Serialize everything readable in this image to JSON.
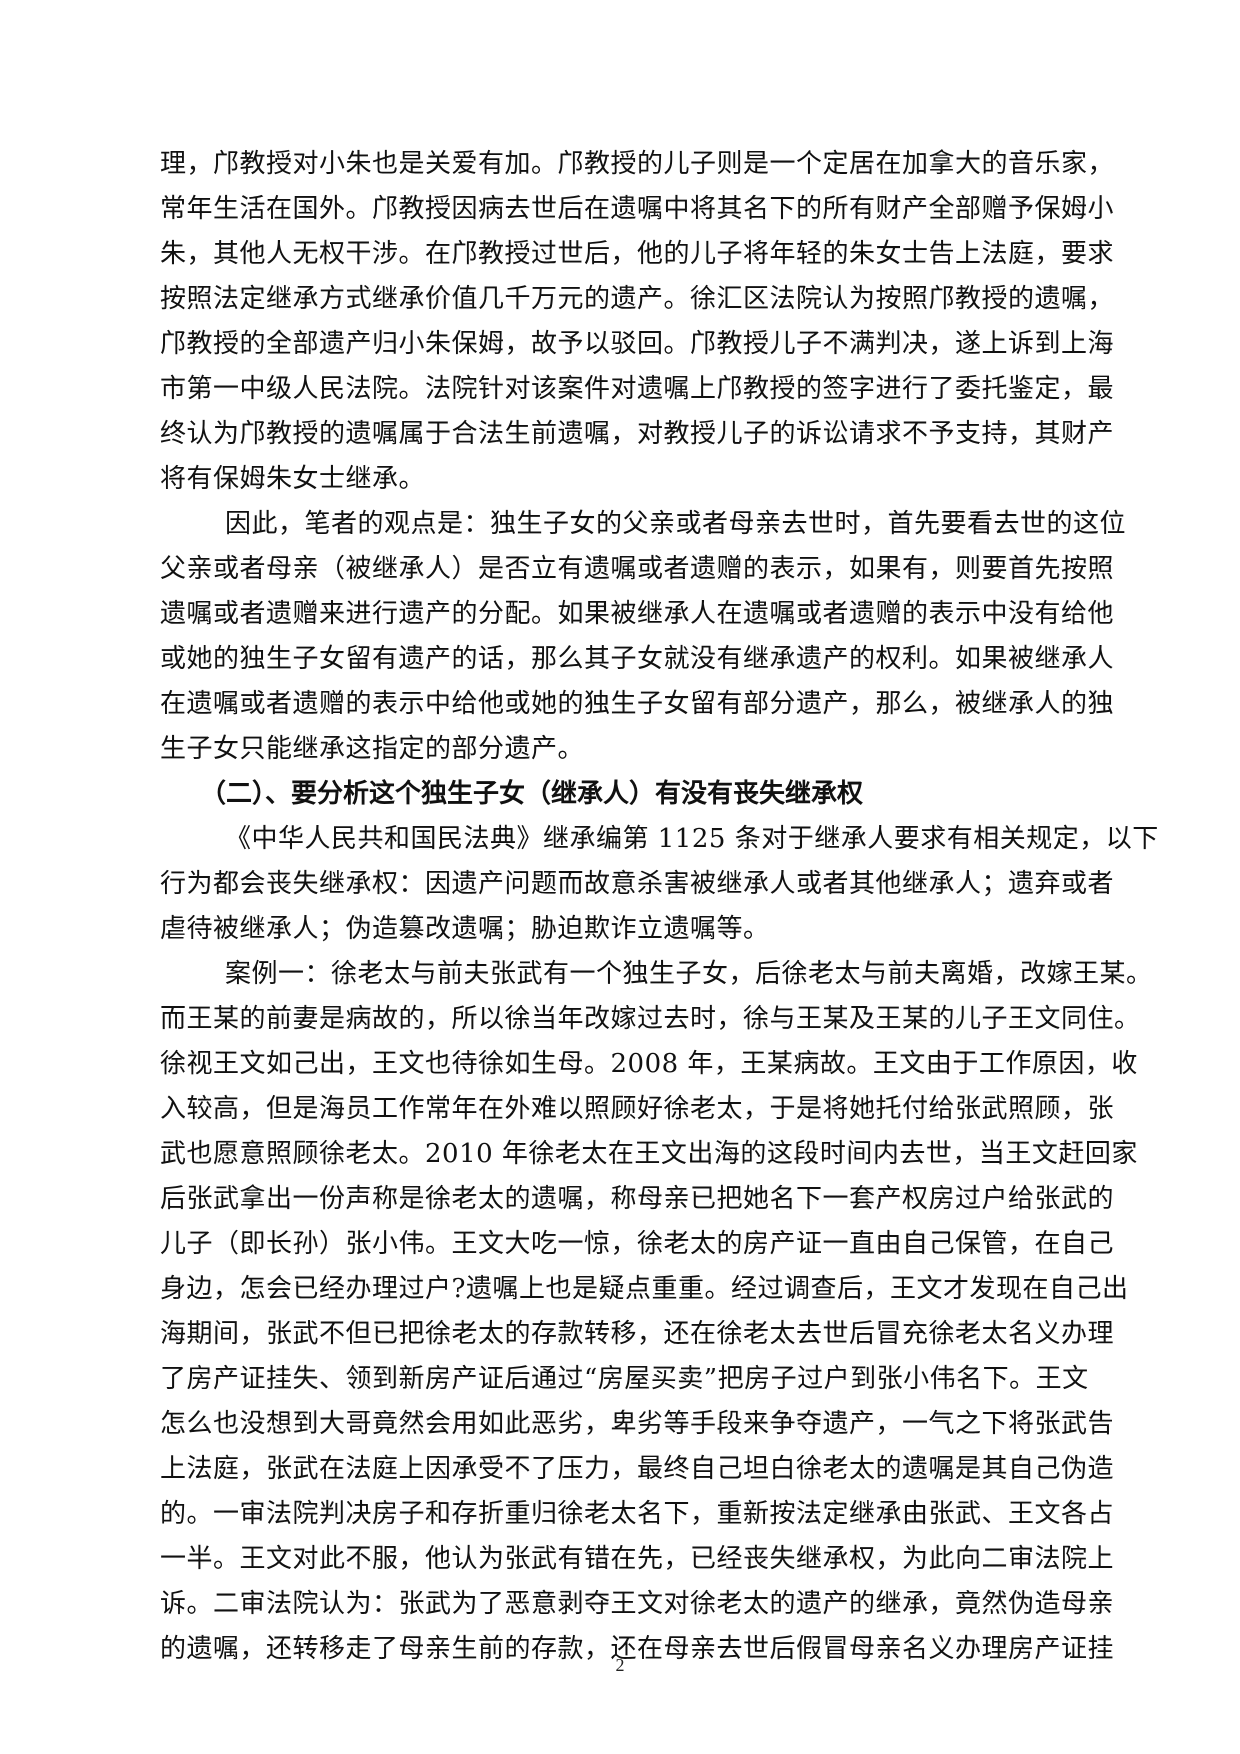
{
  "document": {
    "paragraphs": [
      {
        "lines": [
          "理，邝教授对小朱也是关爱有加。邝教授的儿子则是一个定居在加拿大的音乐家，",
          "常年生活在国外。邝教授因病去世后在遗嘱中将其名下的所有财产全部赠予保姆小",
          "朱，其他人无权干涉。在邝教授过世后，他的儿子将年轻的朱女士告上法庭，要求",
          "按照法定继承方式继承价值几千万元的遗产。徐汇区法院认为按照邝教授的遗嘱，",
          "邝教授的全部遗产归小朱保姆，故予以驳回。邝教授儿子不满判决，遂上诉到上海",
          "市第一中级人民法院。法院针对该案件对遗嘱上邝教授的签字进行了委托鉴定，最",
          "终认为邝教授的遗嘱属于合法生前遗嘱，对教授儿子的诉讼请求不予支持，其财产",
          "将有保姆朱女士继承。"
        ]
      },
      {
        "lines": [
          "因此，笔者的观点是：独生子女的父亲或者母亲去世时，首先要看去世的这位",
          "父亲或者母亲（被继承人）是否立有遗嘱或者遗赠的表示，如果有，则要首先按照",
          "遗嘱或者遗赠来进行遗产的分配。如果被继承人在遗嘱或者遗赠的表示中没有给他",
          "或她的独生子女留有遗产的话，那么其子女就没有继承遗产的权利。如果被继承人",
          "在遗嘱或者遗赠的表示中给他或她的独生子女留有部分遗产，那么，被继承人的独",
          "生子女只能继承这指定的部分遗产。"
        ]
      },
      {
        "heading": "（二）、要分析这个独生子女（继承人）有没有丧失继承权"
      },
      {
        "lines": [
          "《中华人民共和国民法典》继承编第 1125 条对于继承人要求有相关规定，以下",
          "行为都会丧失继承权：因遗产问题而故意杀害被继承人或者其他继承人；遗弃或者",
          "虐待被继承人；伪造篡改遗嘱；胁迫欺诈立遗嘱等。"
        ]
      },
      {
        "lines": [
          "案例一：徐老太与前夫张武有一个独生子女，后徐老太与前夫离婚，改嫁王某。",
          "而王某的前妻是病故的，所以徐当年改嫁过去时，徐与王某及王某的儿子王文同住。",
          "徐视王文如己出，王文也待徐如生母。2008 年，王某病故。王文由于工作原因，收",
          "入较高，但是海员工作常年在外难以照顾好徐老太，于是将她托付给张武照顾，张",
          "武也愿意照顾徐老太。2010 年徐老太在王文出海的这段时间内去世，当王文赶回家",
          "后张武拿出一份声称是徐老太的遗嘱，称母亲已把她名下一套产权房过户给张武的",
          "儿子（即长孙）张小伟。王文大吃一惊，徐老太的房产证一直由自己保管，在自己",
          "身边，怎会已经办理过户?遗嘱上也是疑点重重。经过调查后，王文才发现在自己出",
          "海期间，张武不但已把徐老太的存款转移，还在徐老太去世后冒充徐老太名义办理",
          "了房产证挂失、领到新房产证后通过“房屋买卖”把房子过户到张小伟名下。王文",
          "怎么也没想到大哥竟然会用如此恶劣，卑劣等手段来争夺遗产，一气之下将张武告",
          "上法庭，张武在法庭上因承受不了压力，最终自己坦白徐老太的遗嘱是其自己伪造",
          "的。一审法院判决房子和存折重归徐老太名下，重新按法定继承由张武、王文各占",
          "一半。王文对此不服，他认为张武有错在先，已经丧失继承权，为此向二审法院上",
          "诉。二审法院认为：张武为了恶意剥夺王文对徐老太的遗产的继承，竟然伪造母亲",
          "的遗嘱，还转移走了母亲生前的存款，还在母亲去世后假冒母亲名义办理房产证挂"
        ]
      }
    ],
    "page_number": "2"
  }
}
